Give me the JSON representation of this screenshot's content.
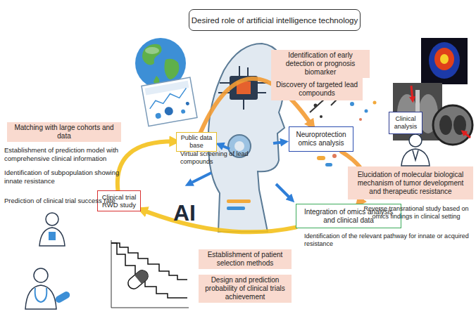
{
  "diagram": {
    "title": "Desired role of artificial intelligence technology",
    "nodes": [
      {
        "text": [
          "Identification of early detection or prognosis biomarker"
        ]
      },
      {
        "text": [
          "Discovery of targeted lead compounds"
        ]
      },
      {
        "text": [
          "Clinical analysis"
        ]
      },
      {
        "text": [
          "Matching with large cohorts and data"
        ]
      },
      {
        "text": [
          "Neuroprotection omics analysis"
        ]
      },
      {
        "text": [
          "Public data base"
        ]
      },
      {
        "text": [
          "Elucidation of molecular biological mechanism of tumor development and therapeutic resistance"
        ]
      },
      {
        "text": [
          "Clinical trial RWD study"
        ]
      },
      {
        "text": [
          "Integration of omics analysis and clinical data"
        ]
      },
      {
        "text": [
          "Establishment of patient selection methods"
        ]
      },
      {
        "text": [
          "Design and prediction probability of clinical trials achievement"
        ]
      }
    ],
    "edges": [
      {
        "from": 5,
        "to": 4,
        "arrow": "to"
      },
      {
        "from": 4,
        "to": 8,
        "arrow": "to"
      },
      {
        "from": 8,
        "to": 7,
        "arrow": "to"
      },
      {
        "from": 7,
        "to": 5,
        "arrow": "to"
      }
    ],
    "labels": [
      "Virtual screening of lead compounds",
      "Establishment of prediction model with comprehensive clinical information",
      "Identification of subpopulation showing innate resistance",
      "Reverse transrational study based on omics findings in clinical setting",
      "Identification of the relevant pathway for innate or acquired resistance",
      "Prediction of clinical trial success rate",
      "AI"
    ]
  }
}
